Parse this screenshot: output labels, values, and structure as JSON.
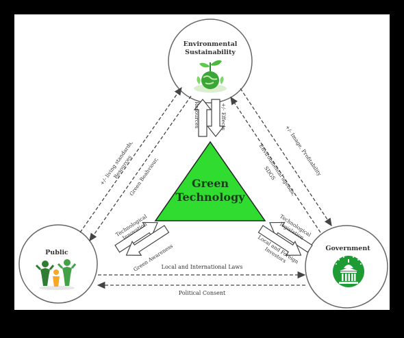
{
  "nodes": {
    "environment": {
      "label_line1": "Environmental",
      "label_line2": "Sustainability",
      "icon": "globe-plant-icon"
    },
    "public": {
      "label": "Public",
      "icon": "people-icon"
    },
    "government": {
      "label": "Government",
      "icon": "capitol-building-icon"
    }
  },
  "center": {
    "line1": "Green",
    "line2": "Technology"
  },
  "flows": {
    "resources": "Resources",
    "effects": "+/- Effects",
    "tech_innovation_1": "Technological",
    "tech_innovation_2": "Innovation",
    "green_awareness": "Green Awareness",
    "tech_legislation_1": "Technological",
    "tech_legislation_2": "legislation",
    "local_foreign_1": "Local and Foreign",
    "local_foreign_2": "Investors",
    "living_standards_1": "+/- living standards,",
    "living_standards_2": "Resources",
    "green_behaviour": "Green Beahviour,",
    "env_agenda_1": "Environmental agenda,",
    "env_agenda_2": "SDGS",
    "image_profitability": "+/- Image, Profitability",
    "laws": "Local and International Laws",
    "consent": "Political Consent"
  },
  "colors": {
    "green": "#2fdc2f",
    "dark_green": "#1f9b35",
    "line": "#555555"
  }
}
